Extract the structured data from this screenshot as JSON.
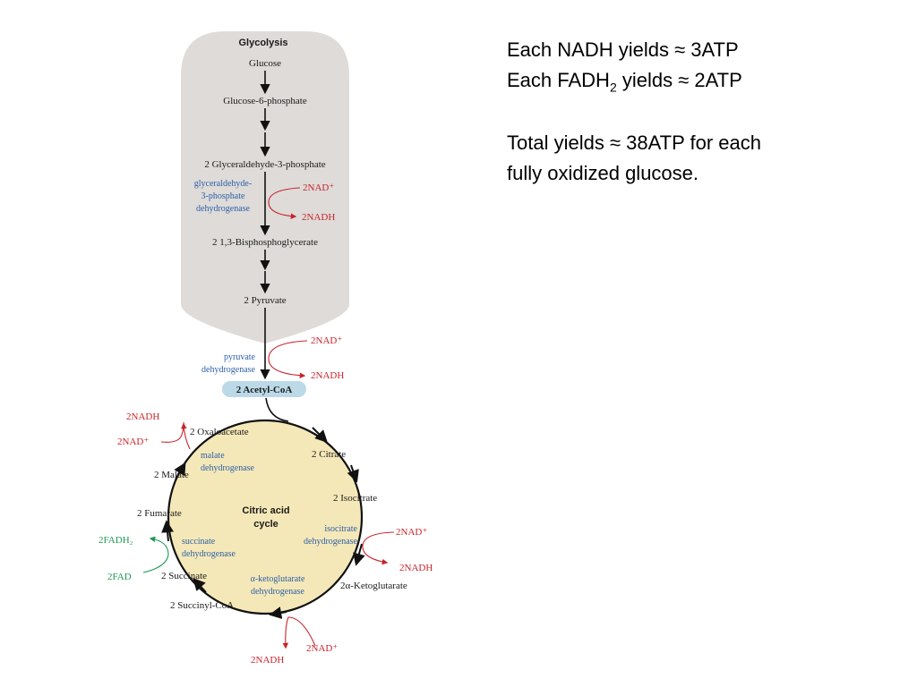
{
  "notes": {
    "nadh_line": "Each NADH yields ≈ 3ATP",
    "fadh_prefix": "Each FADH",
    "fadh_sub": "2",
    "fadh_suffix": " yields ≈ 2ATP",
    "total_line1": "Total yields ≈ 38ATP for each",
    "total_line2": "fully oxidized glucose."
  },
  "glycolysis": {
    "title": "Glycolysis",
    "steps": [
      "Glucose",
      "Glucose-6-phosphate",
      "2 Glyceraldehyde-3-phosphate",
      "2  1,3-Bisphosphoglycerate",
      "2 Pyruvate"
    ],
    "enzyme": [
      "glyceraldehyde-",
      "3-phosphate",
      "dehydrogenase"
    ],
    "nad_in": "2NAD⁺",
    "nadh_out": "2NADH"
  },
  "pyruvate_step": {
    "enzyme": [
      "pyruvate",
      "dehydrogenase"
    ],
    "nad_in": "2NAD⁺",
    "nadh_out": "2NADH",
    "product": "2 Acetyl-CoA"
  },
  "cycle": {
    "title": [
      "Citric acid",
      "cycle"
    ],
    "intermediates": {
      "oxaloacetate": "2 Oxaloacetate",
      "citrate": "2 Citrate",
      "isocitrate": "2 Isocitrate",
      "ketoglutarate": "2α-Ketoglutarate",
      "succinyl_coa": "2 Succinyl-CoA",
      "succinate": "2 Succinate",
      "fumarate": "2 Fumarate",
      "malate": "2 Malate"
    },
    "enzymes": {
      "malate_dh": [
        "malate",
        "dehydrogenase"
      ],
      "isocitrate_dh": [
        "isocitrate",
        "dehydrogenase"
      ],
      "akg_dh": [
        "α-ketoglutarate",
        "dehydrogenase"
      ],
      "succinate_dh": [
        "succinate",
        "dehydrogenase"
      ]
    },
    "cofactors": {
      "malate_nadh": "2NADH",
      "malate_nad": "2NAD⁺",
      "isocitrate_nad": "2NAD⁺",
      "isocitrate_nadh": "2NADH",
      "akg_nad": "2NAD⁺",
      "akg_nadh": "2NADH",
      "succinate_fadh2": "2FADH₂",
      "succinate_fad": "2FAD"
    }
  },
  "colors": {
    "blob": "#dedbd8",
    "cycle_fill": "#f5e8b8",
    "acetyl_badge": "#bcd9e8",
    "red": "#c8242c",
    "blue": "#2c5fa8",
    "green": "#1f9a55"
  }
}
